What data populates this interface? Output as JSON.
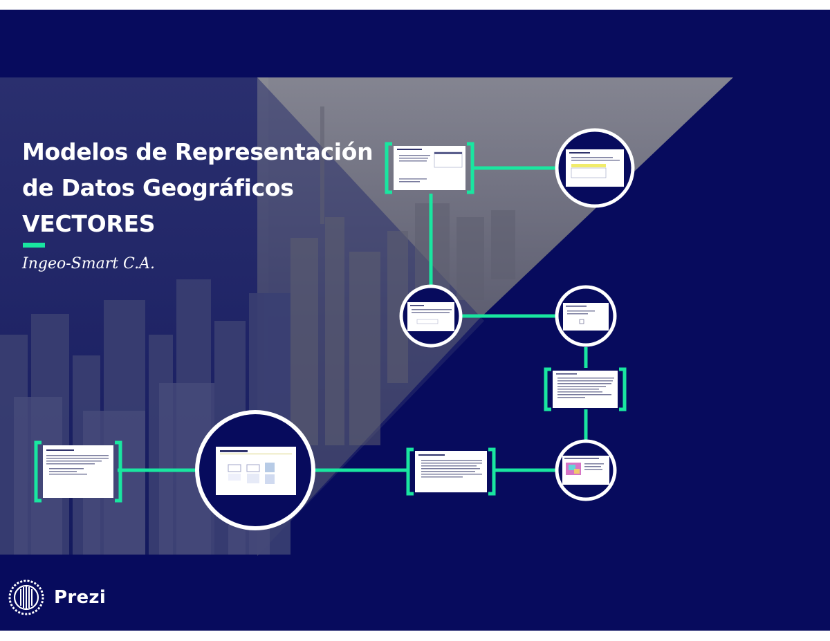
{
  "slide": {
    "title_lines": [
      "Modelos de Representación",
      "de Datos Geográficos",
      "VECTORES"
    ],
    "subtitle": "Ingeo-Smart C.A."
  },
  "branding": {
    "logo_text": "Prezi",
    "logo_icon": "prezi-logo-icon"
  },
  "colors": {
    "background": "#070b5d",
    "accent": "#19e6a0",
    "text": "#ffffff",
    "thumbnail": "#ffffff"
  },
  "navigation": {
    "topics": [
      {
        "name": "topic-frame-1",
        "shape": "bracket"
      },
      {
        "name": "topic-circle-1",
        "shape": "circle"
      },
      {
        "name": "topic-circle-2",
        "shape": "circle"
      },
      {
        "name": "topic-circle-3",
        "shape": "circle"
      },
      {
        "name": "topic-circle-4",
        "shape": "circle"
      },
      {
        "name": "topic-frame-2",
        "shape": "bracket"
      },
      {
        "name": "topic-circle-5",
        "shape": "circle"
      },
      {
        "name": "topic-frame-3",
        "shape": "bracket"
      },
      {
        "name": "topic-circle-6",
        "shape": "circle"
      },
      {
        "name": "topic-frame-4",
        "shape": "bracket"
      }
    ]
  }
}
